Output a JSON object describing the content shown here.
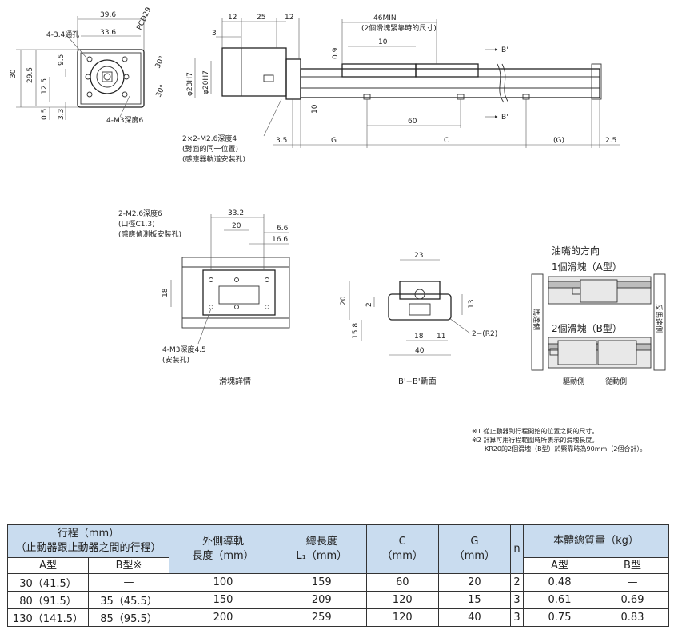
{
  "left_view": {
    "dims": {
      "w1": "39.6",
      "w2": "33.6",
      "pcd": "PCD29",
      "h1": "30",
      "h2": "29.5",
      "h3": "9.5",
      "h4": "12.5",
      "h5": "0.5",
      "h6": "3.3",
      "a1": "30°",
      "a2": "30°"
    },
    "labels": {
      "hole1": "4-3.4通孔",
      "hole2": "4-M3深度6"
    }
  },
  "side_view": {
    "dims": {
      "d12a": "12",
      "d25": "25",
      "d12b": "12",
      "d3": "3",
      "dia1": "φ23H7",
      "dia2": "φ20H7",
      "min": "46MIN",
      "min_note": "(2個滑塊緊靠時的尺寸)",
      "d10": "10",
      "d09": "0.9",
      "d10v": "10",
      "d60": "60",
      "d35": "3.5",
      "G": "G",
      "C": "C",
      "Gp": "(G)",
      "d25r": "2.5",
      "b1": "B'",
      "b2": "B'"
    },
    "note_lines": [
      "2×2-M2.6深度4",
      "(對面的同一位置)",
      "(感應器軌道安裝孔)"
    ]
  },
  "slider_detail": {
    "label_lines": [
      "2-M2.6深度6",
      "(口徑C1.3)",
      "(感應偵測板安裝孔)"
    ],
    "dims": {
      "d332": "33.2",
      "d20": "20",
      "d66": "6.6",
      "d166": "16.6",
      "d18": "18"
    },
    "bottom_lines": [
      "4-M3深度4.5",
      "(安裝孔)"
    ],
    "caption": "滑塊詳情"
  },
  "section": {
    "dims": {
      "d23": "23",
      "d20": "20",
      "d2": "2",
      "d13": "13",
      "d158": "15.8",
      "d18": "18",
      "d11": "11",
      "r2": "2−(R2)",
      "d40": "40"
    },
    "caption": "B'−B'斷面"
  },
  "oil": {
    "title": "油嘴的方向",
    "a_label": "1個滑塊（A型）",
    "b_label": "2個滑塊（B型）",
    "motor_side": "馬達側",
    "anti_motor_side": "反馬達側",
    "drive": "驅動側",
    "driven": "從動側"
  },
  "notes": [
    "※1 從止動器到行程開始的位置之間的尺寸。",
    "※2 計算可用行程範圍時所表示的滑塊長度。",
    "　　KR20的2個滑塊（B型）於緊靠時為90mm（2個合計）。"
  ],
  "table": {
    "h_stroke": "行程（mm）",
    "h_stroke_sub": "（止動器跟止動器之間的行程）",
    "h_rail": "外側導軌",
    "h_rail2": "長度（mm）",
    "h_total": "總長度",
    "h_total2": "L₁（mm）",
    "h_c": "C",
    "h_c2": "（mm）",
    "h_g": "G",
    "h_g2": "（mm）",
    "h_n": "n",
    "h_mass": "本體總質量（kg）",
    "sub_a": "A型",
    "sub_b": "B型※",
    "mass_a": "A型",
    "mass_b": "B型",
    "rows": [
      [
        "30（41.5）",
        "—",
        "100",
        "159",
        "60",
        "20",
        "2",
        "0.48",
        "—"
      ],
      [
        "80（91.5）",
        "35（45.5）",
        "150",
        "209",
        "120",
        "15",
        "3",
        "0.61",
        "0.69"
      ],
      [
        "130（141.5）",
        "85（95.5）",
        "200",
        "259",
        "120",
        "40",
        "3",
        "0.75",
        "0.83"
      ]
    ]
  }
}
